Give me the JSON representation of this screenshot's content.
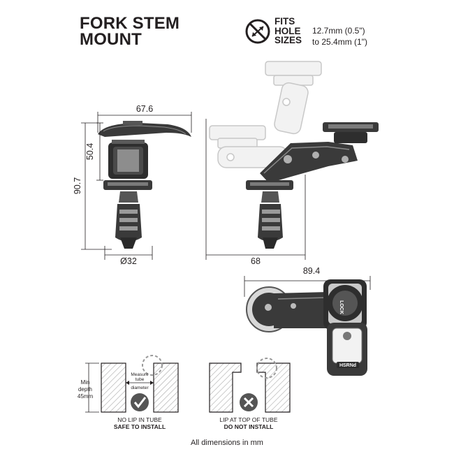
{
  "title": {
    "line1": "FORK STEM",
    "line2": "MOUNT"
  },
  "fits_badge": {
    "icon": "no-resize-icon",
    "line1": "FITS",
    "line2": "HOLE",
    "line3": "SIZES"
  },
  "hole_range": {
    "min": "12.7mm (0.5\")",
    "max": "to 25.4mm (1\")"
  },
  "dimensions": {
    "width_top": "67.6",
    "height_upper": "50.4",
    "height_total": "90.7",
    "diameter": "Ø32",
    "width_side": "68",
    "width_plan": "89.4"
  },
  "install_guide": {
    "min_depth_l1": "Min",
    "min_depth_l2": "depth",
    "min_depth_l3": "45mm",
    "measure_l1": "Measure",
    "measure_l2": "tube",
    "measure_l3": "diameter",
    "ok_line1": "NO LIP IN TUBE",
    "ok_line2": "SAFE TO INSTALL",
    "bad_line1": "LIP AT TOP OF TUBE",
    "bad_line2": "DO NOT INSTALL"
  },
  "product_marks": {
    "lock": "LOCK",
    "brand": "HSRNd"
  },
  "footer": "All dimensions in mm",
  "colors": {
    "ink": "#231f20",
    "metal": "#3a3a3a",
    "ghost": "#cfcfcf",
    "ok": "#555555"
  }
}
